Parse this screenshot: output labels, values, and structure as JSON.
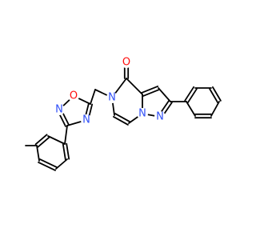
{
  "structure": {
    "atoms": {
      "o_ring": {
        "label": "O",
        "color": "#ff0d0d"
      },
      "n2_ring": {
        "label": "N",
        "color": "#3050f8"
      },
      "n4_ring": {
        "label": "N",
        "color": "#3050f8"
      },
      "o_carbonyl": {
        "label": "O",
        "color": "#ff0d0d"
      },
      "n5": {
        "label": "N",
        "color": "#3050f8"
      },
      "n_bridge": {
        "label": "N",
        "color": "#3050f8"
      },
      "n1": {
        "label": "N",
        "color": "#3050f8"
      }
    },
    "bond_color": "#000000"
  }
}
